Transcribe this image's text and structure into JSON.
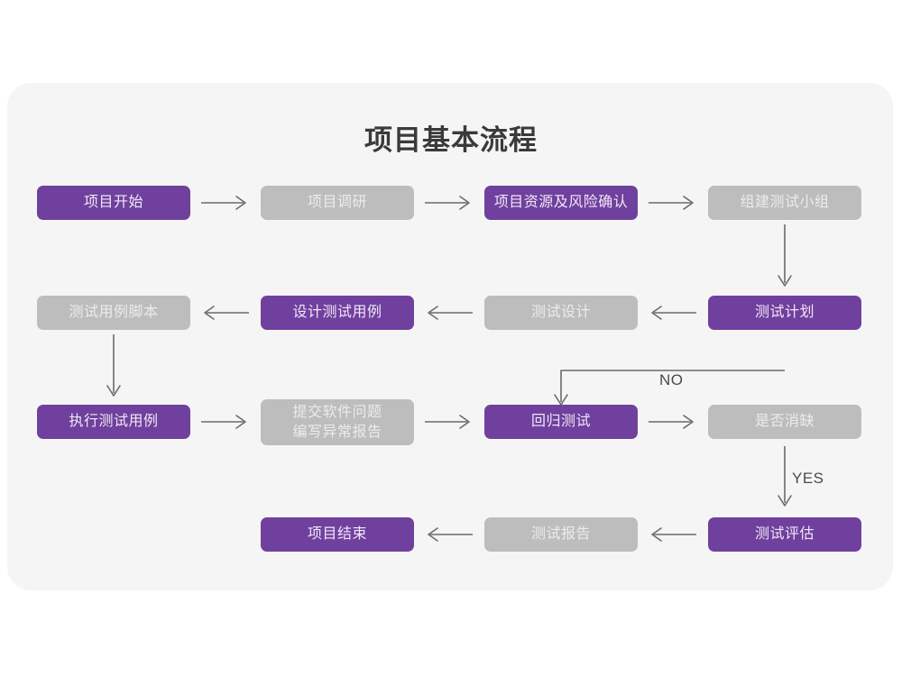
{
  "page": {
    "background": "#ffffff",
    "card_background": "#f5f5f5",
    "title": "项目基本流程"
  },
  "theme": {
    "purple": "#70409e",
    "purple_text": "#f0e8f6",
    "gray": "#bdbdbd",
    "gray_text": "#ececec",
    "connector": "#6b6b6b",
    "title_text": "#3a3a3a"
  },
  "chart_data": {
    "type": "diagram",
    "title": "项目基本流程",
    "nodes": [
      {
        "id": "n1",
        "label": "项目开始",
        "style": "purple",
        "row": 1,
        "col": 1
      },
      {
        "id": "n2",
        "label": "项目调研",
        "style": "gray",
        "row": 1,
        "col": 2
      },
      {
        "id": "n3",
        "label": "项目资源及风险确认",
        "style": "purple",
        "row": 1,
        "col": 3
      },
      {
        "id": "n4",
        "label": "组建测试小组",
        "style": "gray",
        "row": 1,
        "col": 4
      },
      {
        "id": "n5",
        "label": "测试计划",
        "style": "purple",
        "row": 2,
        "col": 4
      },
      {
        "id": "n6",
        "label": "测试设计",
        "style": "gray",
        "row": 2,
        "col": 3
      },
      {
        "id": "n7",
        "label": "设计测试用例",
        "style": "purple",
        "row": 2,
        "col": 2
      },
      {
        "id": "n8",
        "label": "测试用例脚本",
        "style": "gray",
        "row": 2,
        "col": 1
      },
      {
        "id": "n9",
        "label": "执行测试用例",
        "style": "purple",
        "row": 3,
        "col": 1
      },
      {
        "id": "n10",
        "label": "提交软件问题\n编写异常报告",
        "style": "gray",
        "row": 3,
        "col": 2
      },
      {
        "id": "n11",
        "label": "回归测试",
        "style": "purple",
        "row": 3,
        "col": 3
      },
      {
        "id": "n12",
        "label": "是否消缺",
        "style": "gray",
        "row": 3,
        "col": 4
      },
      {
        "id": "n13",
        "label": "测试评估",
        "style": "purple",
        "row": 4,
        "col": 4
      },
      {
        "id": "n14",
        "label": "测试报告",
        "style": "gray",
        "row": 4,
        "col": 3
      },
      {
        "id": "n15",
        "label": "项目结束",
        "style": "purple",
        "row": 4,
        "col": 2
      }
    ],
    "edges": [
      {
        "from": "n1",
        "to": "n2",
        "label": "",
        "direction": "right"
      },
      {
        "from": "n2",
        "to": "n3",
        "label": "",
        "direction": "right"
      },
      {
        "from": "n3",
        "to": "n4",
        "label": "",
        "direction": "right"
      },
      {
        "from": "n4",
        "to": "n5",
        "label": "",
        "direction": "down"
      },
      {
        "from": "n5",
        "to": "n6",
        "label": "",
        "direction": "left"
      },
      {
        "from": "n6",
        "to": "n7",
        "label": "",
        "direction": "left"
      },
      {
        "from": "n7",
        "to": "n8",
        "label": "",
        "direction": "left"
      },
      {
        "from": "n8",
        "to": "n9",
        "label": "",
        "direction": "down"
      },
      {
        "from": "n9",
        "to": "n10",
        "label": "",
        "direction": "right"
      },
      {
        "from": "n10",
        "to": "n11",
        "label": "",
        "direction": "right"
      },
      {
        "from": "n11",
        "to": "n12",
        "label": "",
        "direction": "right"
      },
      {
        "from": "n12",
        "to": "n11",
        "label": "NO",
        "direction": "loop-up-left"
      },
      {
        "from": "n12",
        "to": "n13",
        "label": "YES",
        "direction": "down"
      },
      {
        "from": "n13",
        "to": "n14",
        "label": "",
        "direction": "left"
      },
      {
        "from": "n14",
        "to": "n15",
        "label": "",
        "direction": "left"
      }
    ],
    "edge_labels": [
      "NO",
      "YES"
    ]
  }
}
